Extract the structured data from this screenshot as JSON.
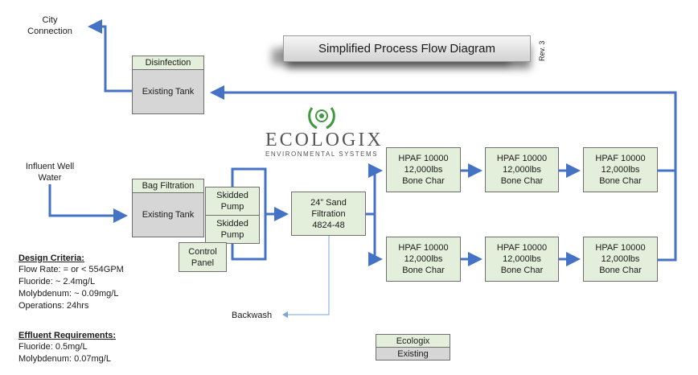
{
  "title": "Simplified Process Flow Diagram",
  "revision": "Rev. 3",
  "city_connection": "City\nConnection",
  "influent": "Influent Well\nWater",
  "backwash": "Backwash",
  "logo": {
    "name": "ECOLOGIX",
    "sub": "ENVIRONMENTAL SYSTEMS"
  },
  "disinfection": {
    "header": "Disinfection",
    "body": "Existing Tank"
  },
  "bag_filtration": {
    "header": "Bag Filtration",
    "body": "Existing Tank"
  },
  "pumps": [
    "Skidded\nPump",
    "Skidded\nPump"
  ],
  "control_panel": "Control\nPanel",
  "sand_filter": "24” Sand\nFiltration\n4824-48",
  "hpaf_top": [
    "HPAF 10000\n12,000lbs\nBone Char",
    "HPAF 10000\n12,000lbs\nBone Char",
    "HPAF 10000\n12,000lbs\nBone Char"
  ],
  "hpaf_bottom": [
    "HPAF 10000\n12,000lbs\nBone Char",
    "HPAF 10000\n12,000lbs\nBone Char",
    "HPAF 10000\n12,000lbs\nBone Char"
  ],
  "design_criteria": {
    "header": "Design Criteria:",
    "lines": [
      "Flow Rate: = or < 554GPM",
      "Fluoride: ~ 2.4mg/L",
      "Molybdenum: ~ 0.09mg/L",
      "Operations: 24hrs"
    ]
  },
  "effluent": {
    "header": "Effluent Requirements:",
    "lines": [
      "Fluoride: 0.5mg/L",
      "Molybdenum: 0.07mg/L"
    ]
  },
  "legend": {
    "ecologix": "Ecologix",
    "existing": "Existing"
  },
  "colors": {
    "flow_blue": "#4472c4",
    "backwash_blue": "#7aa6d8",
    "ecologix_green": "#e3efda",
    "existing_gray": "#d6d6d6",
    "logo_green": "#3f9a3f"
  }
}
